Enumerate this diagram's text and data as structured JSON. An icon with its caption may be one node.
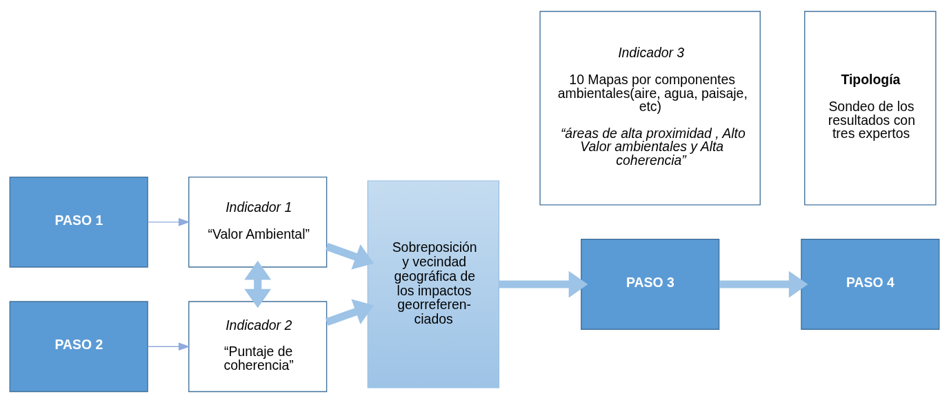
{
  "diagram": {
    "nodes": [
      {
        "text": [
          "PASO 1"
        ]
      },
      {
        "text": [
          "Indicador 1",
          "“Valor Ambiental”"
        ]
      },
      {
        "text": [
          "PASO 2"
        ]
      },
      {
        "text": [
          "Indicador 2",
          "“Puntaje de coherencia”"
        ]
      },
      {
        "text": [
          "Sobreposición y vecindad geográfica de los impactos georreferen- ciados"
        ]
      },
      {
        "text": [
          "PASO 3"
        ]
      },
      {
        "text": [
          "Indicador 3",
          "10 Mapas por componentes ambientales(aire, agua, paisaje, etc)",
          "“áreas de alta proximidad , Alto Valor ambientales y Alta coherencia”"
        ]
      },
      {
        "text": [
          "PASO 4"
        ]
      },
      {
        "text": [
          "Tipología",
          "Sondeo de los resultados con tres expertos"
        ]
      }
    ],
    "edges": [
      {
        "from": 0,
        "to": 1,
        "arrow": "to",
        "color": "#8faadc"
      },
      {
        "from": 2,
        "to": 3,
        "arrow": "to",
        "color": "#8faadc"
      },
      {
        "from": 1,
        "to": 3,
        "arrow": "both"
      },
      {
        "from": 1,
        "to": 4,
        "arrow": "to"
      },
      {
        "from": 3,
        "to": 4,
        "arrow": "to"
      },
      {
        "from": 4,
        "to": 5,
        "arrow": "to"
      },
      {
        "from": 5,
        "to": 7,
        "arrow": "to"
      }
    ]
  }
}
